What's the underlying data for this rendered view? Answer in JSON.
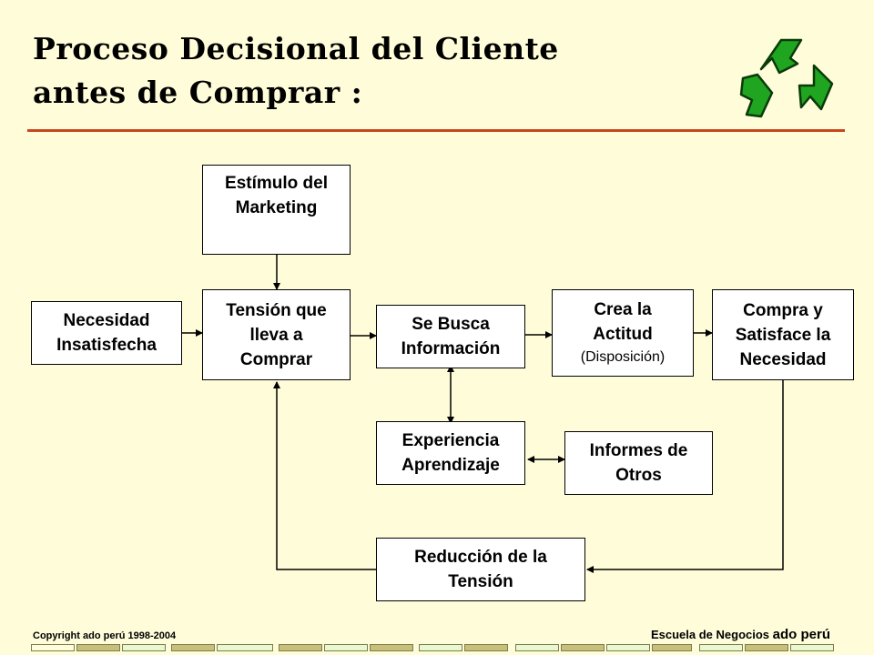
{
  "title": {
    "line1": "Proceso Decisional del Cliente",
    "line2": "antes de Comprar :"
  },
  "logo_icon": "recycle-icon",
  "colors": {
    "background": "#FFFDD9",
    "rule": "#C8461E",
    "logo_green": "#1FA51F"
  },
  "diagram": {
    "estimulo": {
      "line1": "Estímulo del",
      "line2": "Marketing"
    },
    "necesidad": {
      "line1": "Necesidad",
      "line2": "Insatisfecha"
    },
    "tension": {
      "line1": "Tensión que",
      "line2": "lleva a",
      "line3": "Comprar"
    },
    "busca": {
      "line1": "Se Busca",
      "line2": "Información"
    },
    "actitud": {
      "line1": "Crea la",
      "line2": "Actitud",
      "sub": "(Disposición)"
    },
    "compra": {
      "line1": "Compra y",
      "line2": "Satisface la",
      "line3": "Necesidad"
    },
    "experiencia": {
      "line1": "Experiencia",
      "line2": "Aprendizaje"
    },
    "informes": {
      "line1": "Informes de",
      "line2": "Otros"
    },
    "reduccion": {
      "line1": "Reducción de la",
      "line2": "Tensión"
    }
  },
  "footer": {
    "copyright": "Copyright ado perú 1998-2004",
    "school": "Escuela de Negocios",
    "brand": "ado perú"
  }
}
